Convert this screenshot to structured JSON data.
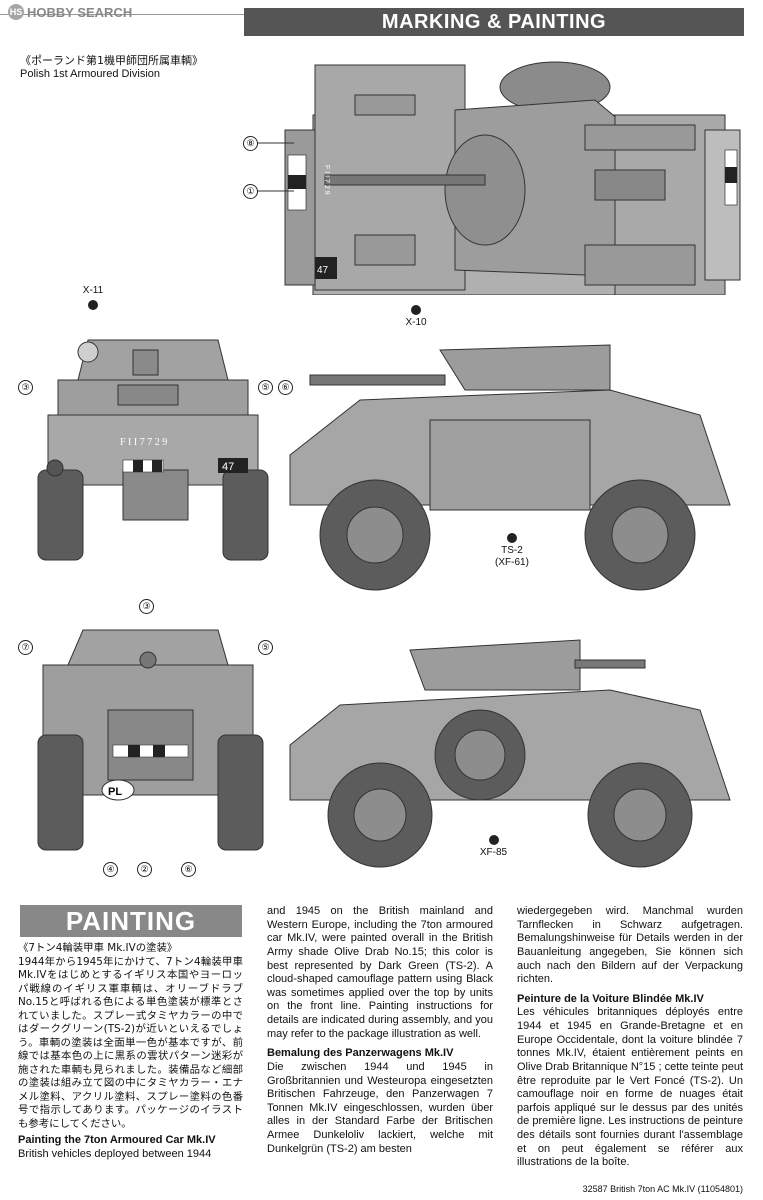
{
  "header": {
    "logo_text": "HOBBY SEARCH",
    "banner_title": "MARKING & PAINTING"
  },
  "division": {
    "jp": "《ポーランド第1機甲師団所属車輌》",
    "en": "Polish 1st Armoured Division"
  },
  "callouts": {
    "x11": "X-11",
    "x10": "X-10",
    "ts2_line1": "TS-2",
    "ts2_line2": "(XF-61)",
    "xf85": "XF-85"
  },
  "decal_numbers": [
    "①",
    "②",
    "③",
    "④",
    "⑤",
    "⑥",
    "⑦",
    "⑧"
  ],
  "vehicle_markings": {
    "reg_top": "F I I 7 2 9",
    "reg_front": "F I I 7 7 2 9",
    "tac_sign": "47",
    "nationality": "PL"
  },
  "painting": {
    "heading": "PAINTING",
    "jp_title": "《7トン4輪装甲車 Mk.IVの塗装》",
    "jp_body": "1944年から1945年にかけて、7トン4輪装甲車Mk.IVをはじめとするイギリス本国やヨーロッパ戦線のイギリス軍車輌は、オリーブドラブNo.15と呼ばれる色による単色塗装が標準とされていました。スプレー式タミヤカラーの中ではダークグリーン(TS-2)が近いといえるでしょう。車輌の塗装は全面単一色が基本ですが、前線では基本色の上に黒系の雲状パターン迷彩が施された車輌も見られました。装備品など細部の塗装は組み立て図の中にタミヤカラー・エナメル塗料、アクリル塗料、スプレー塗料の色番号で指示してあります。パッケージのイラストも参考にしてください。",
    "en_title": "Painting the 7ton Armoured Car Mk.IV",
    "en_body_1": "British vehicles deployed between 1944",
    "en_body_2": "and 1945 on the British mainland and Western Europe, including the 7ton armoured car Mk.IV, were painted overall in the British Army shade Olive Drab No.15; this color is best represented by Dark Green (TS-2). A cloud-shaped camouflage pattern using Black was sometimes applied over the top by units on the front line. Painting instructions for details are indicated during assembly, and you may refer to the package illustration as well.",
    "de_title": "Bemalung des Panzerwagens Mk.IV",
    "de_body_1": "Die zwischen 1944 und 1945 in Großbritannien und Westeuropa eingesetzten Britischen Fahrzeuge, den Panzerwagen 7 Tonnen Mk.IV eingeschlossen, wurden über alles in der Standard Farbe der Britischen Armee Dunkeloliv lackiert, welche mit Dunkelgrün (TS-2) am besten",
    "de_body_2": "wiedergegeben wird. Manchmal wurden Tarnflecken in Schwarz aufgetragen. Bemalungshinweise für Details werden in der Bauanleitung angegeben, Sie können sich auch nach den Bildern auf der Verpackung richten.",
    "fr_title": "Peinture de la Voiture Blindée Mk.IV",
    "fr_body": "Les véhicules britanniques déployés entre 1944 et 1945 en Grande-Bretagne et en Europe Occidentale, dont la voiture blindée 7 tonnes Mk.IV, étaient entièrement peints en Olive Drab Britannique N°15 ; cette teinte peut être reproduite par le Vert Foncé (TS-2). Un camouflage noir en forme de nuages était parfois appliqué sur le dessus par des unités de première ligne. Les instructions de peinture des détails sont fournies durant l'assemblage et on peut également se référer aux illustrations de la boîte."
  },
  "footer": "32587 British 7ton AC Mk.IV (11054801)",
  "colors": {
    "vehicle_fill": "#9a9a9a",
    "vehicle_dark": "#6e6e6e",
    "tire": "#5c5c5c",
    "banner": "#555555",
    "painting_heading": "#888888"
  }
}
